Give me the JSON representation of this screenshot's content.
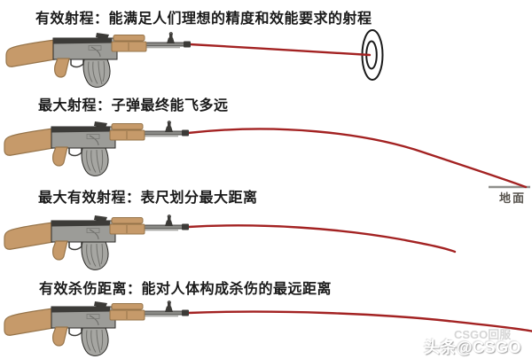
{
  "infographic": {
    "rows": [
      {
        "label": "有效射程：能满足人们理想的精度和效能要求的射程",
        "icon": "ak47-rifle-icon",
        "target_icon": "bullseye-target-icon"
      },
      {
        "label": "最大射程：子弹最终能飞多远",
        "icon": "ak47-rifle-icon",
        "ground_label": "地面"
      },
      {
        "label": "最大有效射程：表尺划分最大距离",
        "icon": "ak47-rifle-icon"
      },
      {
        "label": "有效杀伤距离：能对人体构成杀伤的最远距离",
        "icon": "ak47-rifle-icon"
      }
    ],
    "ground_label": "地面"
  },
  "watermark": {
    "text": "头条@CSGO",
    "ghost_text": "CSGO回服"
  },
  "colors": {
    "trajectory_red": "#a32222",
    "wood": "#c69a6a",
    "wood_dark": "#96744a",
    "metal": "#9c9c98",
    "metal_dark": "#3c3b38",
    "outline": "#2b2a27",
    "ground_line": "#8f8f8b",
    "label_color": "#1a1a1a",
    "ground_label_color": "#56524c",
    "watermark_color": "#ffffff"
  }
}
